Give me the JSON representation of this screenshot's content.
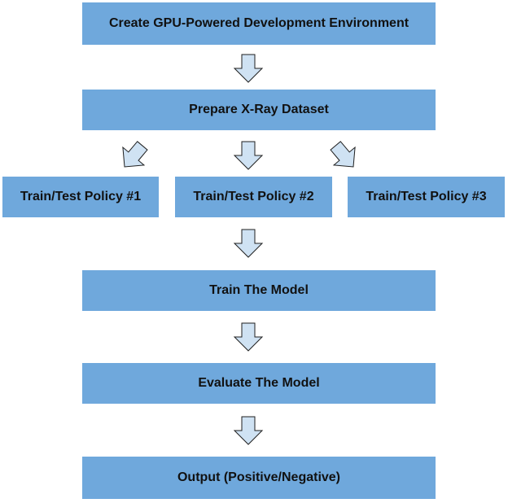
{
  "steps": {
    "create_env": "Create GPU-Powered Development Environment",
    "prepare_data": "Prepare X-Ray Dataset",
    "policy_1": "Train/Test Policy #1",
    "policy_2": "Train/Test Policy #2",
    "policy_3": "Train/Test Policy #3",
    "train_model": "Train The Model",
    "evaluate_model": "Evaluate The Model",
    "output": "Output (Positive/Negative)"
  },
  "colors": {
    "box_fill": "#6fa8dc",
    "arrow_fill": "#cfe2f3",
    "arrow_stroke": "#1f1f1f"
  },
  "icons": {
    "flow_arrow": "block-arrow-down-icon"
  }
}
